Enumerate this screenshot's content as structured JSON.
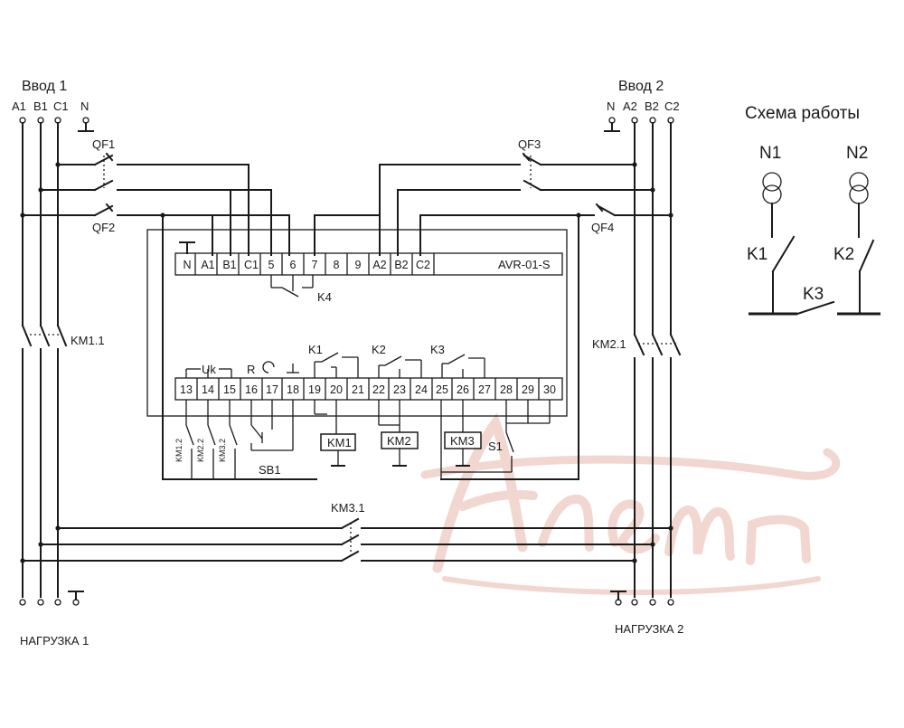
{
  "input1": {
    "title": "Ввод 1",
    "phases": [
      "A1",
      "B1",
      "C1"
    ],
    "neutral": "N"
  },
  "input2": {
    "title": "Ввод 2",
    "phases": [
      "A2",
      "B2",
      "C2"
    ],
    "neutral": "N"
  },
  "breakers": [
    "QF1",
    "QF2",
    "QF3",
    "QF4"
  ],
  "relay": {
    "model": "AVR-01-S",
    "top_terminals": [
      "N",
      "A1",
      "B1",
      "C1",
      "5",
      "6",
      "7",
      "8",
      "9",
      "A2",
      "B2",
      "C2"
    ],
    "bottom_terminals": [
      "13",
      "14",
      "15",
      "16",
      "17",
      "18",
      "19",
      "20",
      "21",
      "22",
      "23",
      "24",
      "25",
      "26",
      "27",
      "28",
      "29",
      "30"
    ],
    "uk_label": "Uk",
    "r_label": "R",
    "contacts": [
      "K1",
      "K2",
      "K3",
      "K4"
    ]
  },
  "coils": [
    "KM1",
    "KM2",
    "KM3"
  ],
  "contactor_contacts": {
    "km1_main": "KM1.1",
    "km2_main": "KM2.1",
    "km3_main": "KM3.1",
    "aux": [
      "KM1.2",
      "KM2.2",
      "KM3.2"
    ]
  },
  "buttons": {
    "sb1": "SB1",
    "s1": "S1"
  },
  "loads": [
    "НАГРУЗКА 1",
    "НАГРУЗКА 2"
  ],
  "scheme": {
    "title": "Схема работы",
    "sources": [
      "N1",
      "N2"
    ],
    "switches": [
      "K1",
      "K2",
      "K3"
    ]
  },
  "watermark": "Anemn",
  "colors": {
    "wire": "#1a1a1a",
    "watermark": "#e6b7ab"
  }
}
